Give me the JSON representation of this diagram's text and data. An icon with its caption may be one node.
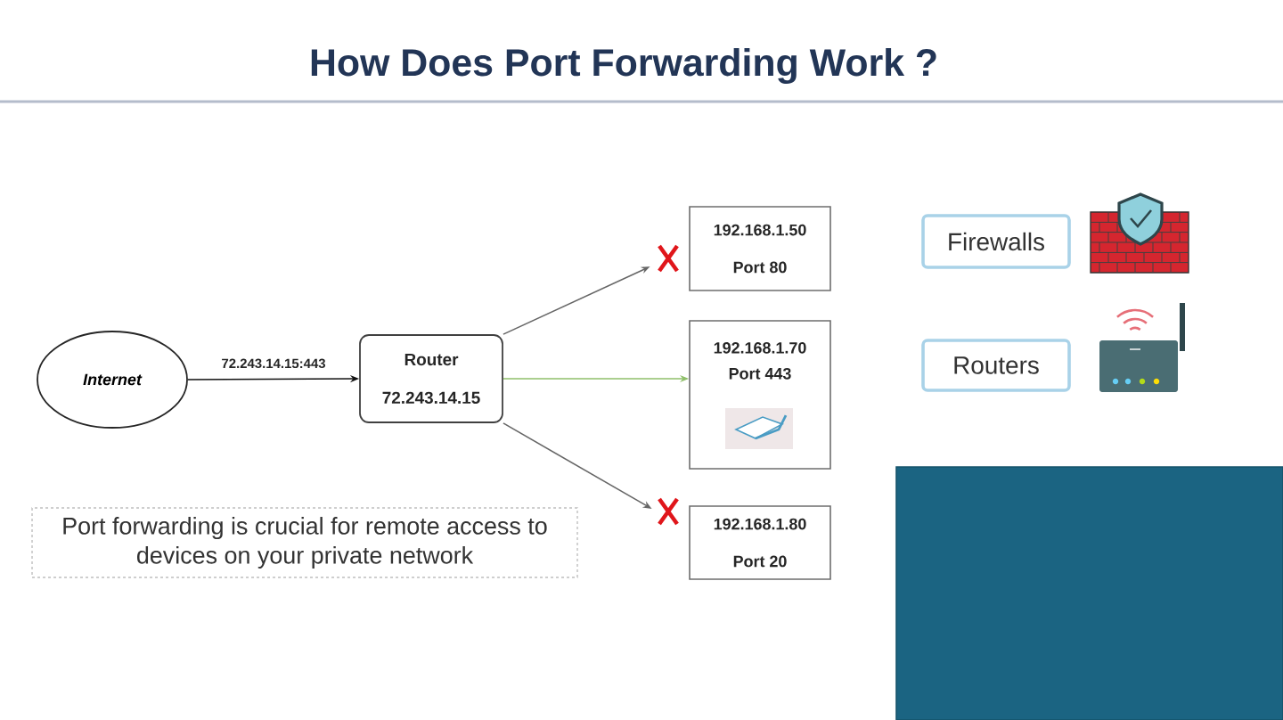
{
  "diagram": {
    "title": "How Does Port Forwarding Work ?",
    "nodes": [
      {
        "text": [
          "Internet"
        ]
      },
      {
        "text": [
          "Router",
          "72.243.14.15"
        ]
      },
      {
        "text": [
          "192.168.1.50",
          "Port 80"
        ]
      },
      {
        "text": [
          "192.168.1.70",
          "Port 443"
        ]
      },
      {
        "text": [
          "192.168.1.80",
          "Port 20"
        ]
      },
      {
        "text": [
          "Firewalls"
        ]
      },
      {
        "text": [
          "Routers"
        ]
      },
      {
        "text": [
          "Port forwarding is crucial for remote access to devices on your private network"
        ]
      },
      {
        "text": [],
        "shape": "box"
      }
    ],
    "edges": [
      {
        "from": 0,
        "to": 1,
        "arrow": "to",
        "label": "72.243.14.15:443",
        "color": "#111111"
      },
      {
        "from": 1,
        "to": 2,
        "arrow": "to"
      },
      {
        "from": 1,
        "to": 3,
        "arrow": "to",
        "color": "#8fbf6a"
      },
      {
        "from": 1,
        "to": 4,
        "arrow": "to"
      }
    ]
  }
}
